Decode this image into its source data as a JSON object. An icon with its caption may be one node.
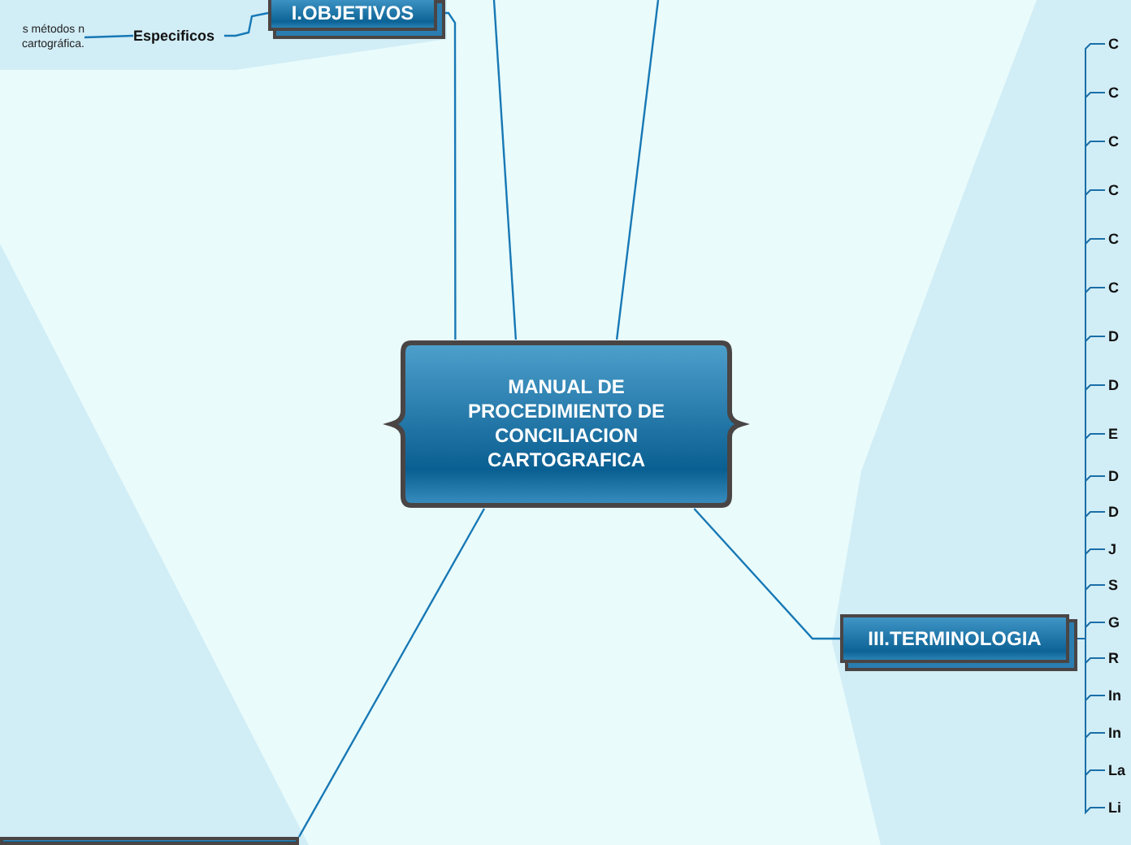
{
  "diagram": {
    "nodes": [
      {
        "text": [
          "MANUAL DE PROCEDIMIENTO DE CONCILIACION CARTOGRAFICA"
        ]
      },
      {
        "text": [
          "I.OBJETIVOS"
        ]
      },
      {
        "text": [
          "Especificos"
        ]
      },
      {
        "text": [
          "s métodos n cartográfica."
        ]
      },
      {
        "text": [
          "III.TERMINOLOGIA"
        ]
      },
      {
        "text": [],
        "shape": "box"
      },
      {
        "text": [
          "C"
        ]
      },
      {
        "text": [
          "C"
        ]
      },
      {
        "text": [
          "C"
        ]
      },
      {
        "text": [
          "C"
        ]
      },
      {
        "text": [
          "C"
        ]
      },
      {
        "text": [
          "C"
        ]
      },
      {
        "text": [
          "D"
        ]
      },
      {
        "text": [
          "D"
        ]
      },
      {
        "text": [
          "E"
        ]
      },
      {
        "text": [
          "D"
        ]
      },
      {
        "text": [
          "D"
        ]
      },
      {
        "text": [
          "J"
        ]
      },
      {
        "text": [
          "S"
        ]
      },
      {
        "text": [
          "G"
        ]
      },
      {
        "text": [
          "R"
        ]
      },
      {
        "text": [
          "In"
        ]
      },
      {
        "text": [
          "In"
        ]
      },
      {
        "text": [
          "La"
        ]
      },
      {
        "text": [
          "Li"
        ]
      }
    ],
    "edges": [
      {
        "from": 0,
        "to": 1,
        "arrow": "none"
      },
      {
        "from": 0,
        "to": null,
        "arrow": "none"
      },
      {
        "from": 0,
        "to": null,
        "arrow": "none"
      },
      {
        "from": 0,
        "to": 4,
        "arrow": "none"
      },
      {
        "from": 0,
        "to": 5,
        "arrow": "none"
      },
      {
        "from": 1,
        "to": 2,
        "arrow": "none"
      },
      {
        "from": 2,
        "to": 3,
        "arrow": "none"
      },
      {
        "from": 4,
        "to": 6,
        "arrow": "none"
      },
      {
        "from": 4,
        "to": 7,
        "arrow": "none"
      },
      {
        "from": 4,
        "to": 8,
        "arrow": "none"
      },
      {
        "from": 4,
        "to": 9,
        "arrow": "none"
      },
      {
        "from": 4,
        "to": 10,
        "arrow": "none"
      },
      {
        "from": 4,
        "to": 11,
        "arrow": "none"
      },
      {
        "from": 4,
        "to": 12,
        "arrow": "none"
      },
      {
        "from": 4,
        "to": 13,
        "arrow": "none"
      },
      {
        "from": 4,
        "to": 14,
        "arrow": "none"
      },
      {
        "from": 4,
        "to": 15,
        "arrow": "none"
      },
      {
        "from": 4,
        "to": 16,
        "arrow": "none"
      },
      {
        "from": 4,
        "to": 17,
        "arrow": "none"
      },
      {
        "from": 4,
        "to": 18,
        "arrow": "none"
      },
      {
        "from": 4,
        "to": 19,
        "arrow": "none"
      },
      {
        "from": 4,
        "to": 20,
        "arrow": "none"
      },
      {
        "from": 4,
        "to": 21,
        "arrow": "none"
      },
      {
        "from": 4,
        "to": 22,
        "arrow": "none"
      },
      {
        "from": 4,
        "to": 23,
        "arrow": "none"
      },
      {
        "from": 4,
        "to": 24,
        "arrow": "none"
      }
    ]
  }
}
